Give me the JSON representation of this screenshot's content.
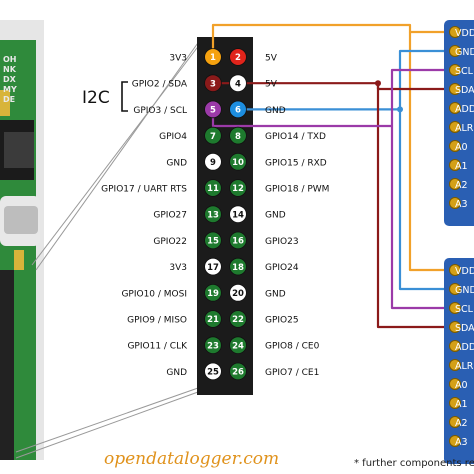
{
  "colors": {
    "gnd_black": "#222222",
    "power_3v3": "#f5a10f",
    "power_5v": "#e0241b",
    "i2c_sda": "#8b1a1a",
    "i2c_scl": "#9b3aa8",
    "ground_blue": "#1d8ee0",
    "gpio_green": "#1e7a2e",
    "wire_orange": "#f1a12a",
    "wire_blue": "#3a8fd6",
    "wire_darkred": "#8b1a1a",
    "wire_purple": "#9b3aa8",
    "module_blue": "#2a5fb3",
    "pcb_green": "#2f8a3b"
  },
  "bus_label": "I2C",
  "header": {
    "pins": [
      {
        "num": "1",
        "color": "power_3v3",
        "left": "3V3",
        "right": null
      },
      {
        "num": "2",
        "color": "power_5v",
        "left": null,
        "right": "5V"
      },
      {
        "num": "3",
        "color": "i2c_sda",
        "left": "GPIO2 / SDA",
        "right": null
      },
      {
        "num": "4",
        "color": "white",
        "left": null,
        "right": "5V"
      },
      {
        "num": "5",
        "color": "i2c_scl",
        "left": "GPIO3 / SCL",
        "right": null
      },
      {
        "num": "6",
        "color": "ground_blue",
        "left": null,
        "right": "GND"
      },
      {
        "num": "7",
        "color": "gpio_green",
        "left": "GPIO4",
        "right": null
      },
      {
        "num": "8",
        "color": "gpio_green",
        "left": null,
        "right": "GPIO14 / TXD"
      },
      {
        "num": "9",
        "color": "white",
        "left": "GND",
        "right": null
      },
      {
        "num": "10",
        "color": "gpio_green",
        "left": null,
        "right": "GPIO15 / RXD"
      },
      {
        "num": "11",
        "color": "gpio_green",
        "left": "GPIO17 / UART RTS",
        "right": null
      },
      {
        "num": "12",
        "color": "gpio_green",
        "left": null,
        "right": "GPIO18 / PWM"
      },
      {
        "num": "13",
        "color": "gpio_green",
        "left": "GPIO27",
        "right": null
      },
      {
        "num": "14",
        "color": "white",
        "left": null,
        "right": "GND"
      },
      {
        "num": "15",
        "color": "gpio_green",
        "left": "GPIO22",
        "right": null
      },
      {
        "num": "16",
        "color": "gpio_green",
        "left": null,
        "right": "GPIO23"
      },
      {
        "num": "17",
        "color": "white",
        "left": "3V3",
        "right": null
      },
      {
        "num": "18",
        "color": "gpio_green",
        "left": null,
        "right": "GPIO24"
      },
      {
        "num": "19",
        "color": "gpio_green",
        "left": "GPIO10 / MOSI",
        "right": null
      },
      {
        "num": "20",
        "color": "white",
        "left": null,
        "right": "GND"
      },
      {
        "num": "21",
        "color": "gpio_green",
        "left": "GPIO9 / MISO",
        "right": null
      },
      {
        "num": "22",
        "color": "gpio_green",
        "left": null,
        "right": "GPIO25"
      },
      {
        "num": "23",
        "color": "gpio_green",
        "left": "GPIO11 / CLK",
        "right": null
      },
      {
        "num": "24",
        "color": "gpio_green",
        "left": null,
        "right": "GPIO8 / CE0"
      },
      {
        "num": "25",
        "color": "white",
        "left": "GND",
        "right": null
      },
      {
        "num": "26",
        "color": "gpio_green",
        "left": null,
        "right": "GPIO7 / CE1"
      }
    ]
  },
  "modules": [
    {
      "pins": [
        "VDD",
        "GND",
        "SCL",
        "SDA",
        "ADDR",
        "ALR",
        "A0",
        "A1",
        "A2",
        "A3"
      ]
    },
    {
      "pins": [
        "VDD",
        "GND",
        "SCL",
        "SDA",
        "ADDR",
        "ALR",
        "A0",
        "A1",
        "A2",
        "A3"
      ]
    }
  ],
  "board_silkscreen": [
    "OH",
    "NK",
    "DX",
    "MY",
    "DE"
  ],
  "footer": {
    "brand": "opendatalogger.com",
    "note": "* further components requi"
  }
}
